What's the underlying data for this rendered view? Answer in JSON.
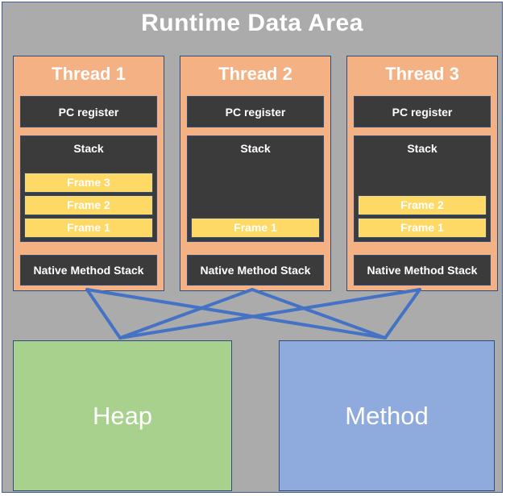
{
  "diagram": {
    "title": "Runtime Data Area",
    "colors": {
      "background": "#ABABAB",
      "thread": "#F4B183",
      "component": "#3B3B3B",
      "frame": "#FFD966",
      "heap": "#A9D18E",
      "method": "#8FAADC",
      "connector": "#4472C4",
      "border": "#2E4D7B",
      "text": "#FFFFFF"
    },
    "threads": [
      {
        "name": "Thread 1",
        "pc_register": "PC register",
        "stack_label": "Stack",
        "frames": [
          "Frame 3",
          "Frame 2",
          "Frame 1"
        ],
        "native_method_stack": "Native Method Stack"
      },
      {
        "name": "Thread 2",
        "pc_register": "PC register",
        "stack_label": "Stack",
        "frames": [
          "Frame 1"
        ],
        "native_method_stack": "Native Method Stack"
      },
      {
        "name": "Thread 3",
        "pc_register": "PC register",
        "stack_label": "Stack",
        "frames": [
          "Frame 2",
          "Frame 1"
        ],
        "native_method_stack": "Native Method Stack"
      }
    ],
    "shared_areas": [
      {
        "name": "Heap"
      },
      {
        "name": "Method"
      }
    ],
    "connections": [
      {
        "from": "Thread 1",
        "to": "Heap"
      },
      {
        "from": "Thread 1",
        "to": "Method"
      },
      {
        "from": "Thread 2",
        "to": "Heap"
      },
      {
        "from": "Thread 2",
        "to": "Method"
      },
      {
        "from": "Thread 3",
        "to": "Heap"
      },
      {
        "from": "Thread 3",
        "to": "Method"
      }
    ]
  }
}
